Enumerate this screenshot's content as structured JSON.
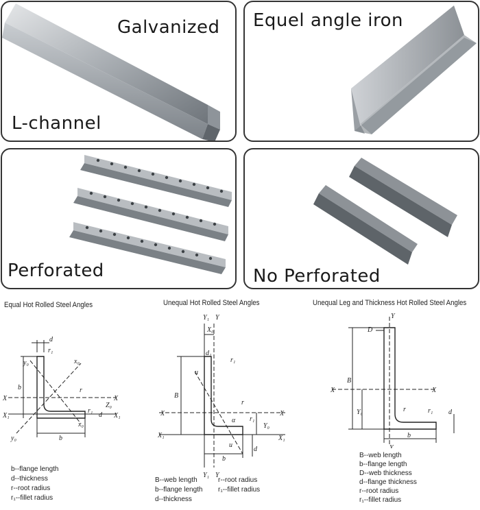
{
  "panels": {
    "galvanized": {
      "caption_top": "Galvanized",
      "caption_bottom": "L-channel"
    },
    "equal_angle": {
      "caption": "Equel angle iron"
    },
    "perforated": {
      "caption": "Perforated"
    },
    "no_perforated": {
      "caption": "No Perforated"
    }
  },
  "diagrams": {
    "equal": {
      "title": "Equal Hot Rolled Steel Angles",
      "legend": [
        "b--flange length",
        "d--thickness",
        "r--root radius",
        "r₁--fillet radius"
      ]
    },
    "unequal": {
      "title": "Unequal Hot Rolled Steel Angles",
      "legend_left": [
        "B--web length",
        "b--flange length",
        "d--thickness"
      ],
      "legend_right": [
        "r--root radius",
        "r₁--fillet radius"
      ]
    },
    "unequal_leg_thickness": {
      "title": "Unequal Leg and Thickness Hot Rolled Steel Angles",
      "legend": [
        "B--web length",
        "b--flange length",
        "D--web thickness",
        "d--flange thickness",
        "r--root radius",
        "r₁--fillet radius"
      ]
    }
  }
}
